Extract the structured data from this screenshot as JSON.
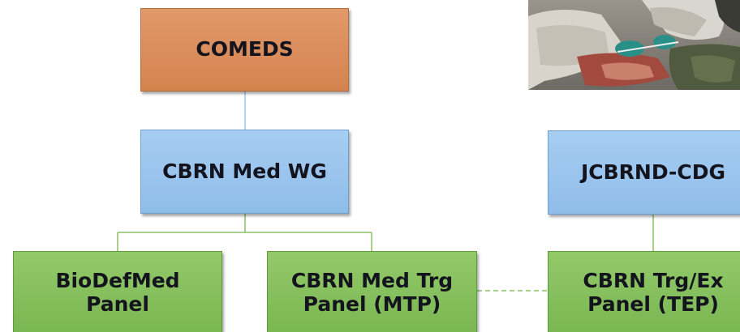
{
  "nodes": {
    "comeds": "COMEDS",
    "cbrn_med_wg": "CBRN Med WG",
    "jcbrnd_cdg": "JCBRND-CDG",
    "biodefmed_panel": "BioDefMed\nPanel",
    "cbrn_med_trg_panel": "CBRN Med Trg\nPanel (MTP)",
    "cbrn_trg_ex_panel": "CBRN Trg/Ex\nPanel (TEP)"
  },
  "colors": {
    "top_node": "#d98a57",
    "working_group": "#9dc7f0",
    "panel": "#86bf5d",
    "connector": "#9dc7f0",
    "panel_connector": "#8bbf65"
  }
}
